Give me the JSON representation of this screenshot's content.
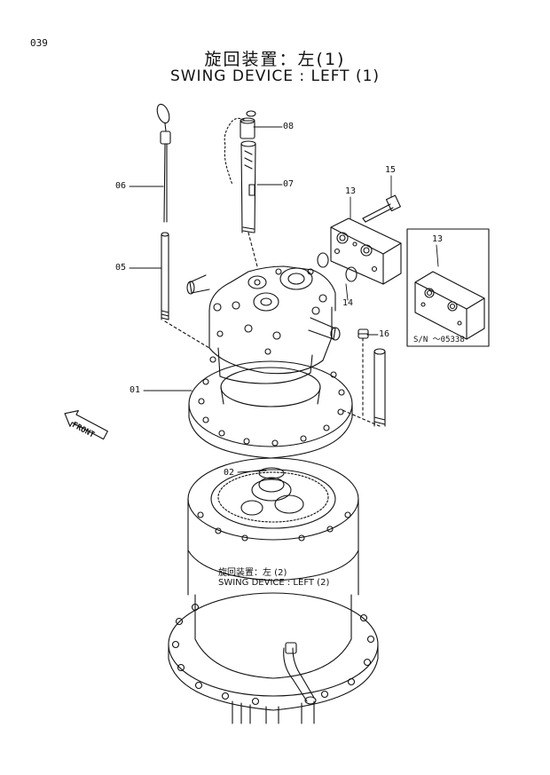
{
  "page_number": "039",
  "title_jp": "旋回装置：左(1)",
  "title_en": "SWING DEVICE : LEFT (1)",
  "part_labels": {
    "p01": "01",
    "p02": "02",
    "p05": "05",
    "p06": "06",
    "p07": "07",
    "p08": "08",
    "p13a": "13",
    "p13b": "13",
    "p14": "14",
    "p15": "15",
    "p16": "16"
  },
  "serial_note": "S/N ～05338",
  "front_label": "FRONT",
  "subassembly_jp": "旋回装置：左 (2)",
  "subassembly_en": "SWING DEVICE : LEFT (2)"
}
